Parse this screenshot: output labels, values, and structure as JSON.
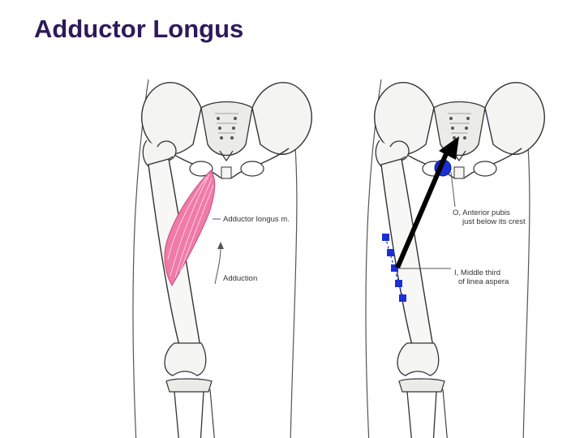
{
  "title": "Adductor Longus",
  "left_panel": {
    "muscle_label": "Adductor longus m.",
    "action_label": "Adduction"
  },
  "right_panel": {
    "origin_label_line1": "O, Anterior pubis",
    "origin_label_line2": "just below its crest",
    "insertion_label_line1": "I, Middle third",
    "insertion_label_line2": "of linea aspera"
  },
  "colors": {
    "title": "#2e1a5a",
    "muscle": "#f07aa8",
    "origin_insertion_marker": "#1a2fd6",
    "direction_arrow": "#000000"
  },
  "icons": {
    "direction_arrow": "arrow-up-right-icon",
    "action_arrow": "curved-arrow-icon"
  }
}
